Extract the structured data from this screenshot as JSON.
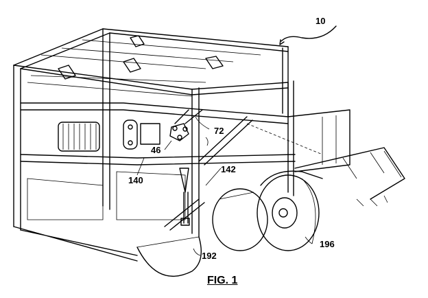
{
  "figure": {
    "title": "FIG. 1",
    "subject": "vehicle with open frame structure (perspective view)"
  },
  "reference_numerals": [
    {
      "id": "10",
      "text": "10"
    },
    {
      "id": "72",
      "text": "72"
    },
    {
      "id": "46",
      "text": "46"
    },
    {
      "id": "140",
      "text": "140"
    },
    {
      "id": "142",
      "text": "142"
    },
    {
      "id": "192",
      "text": "192"
    },
    {
      "id": "196",
      "text": "196"
    }
  ],
  "colors": {
    "line": "#000000",
    "background": "#ffffff"
  }
}
